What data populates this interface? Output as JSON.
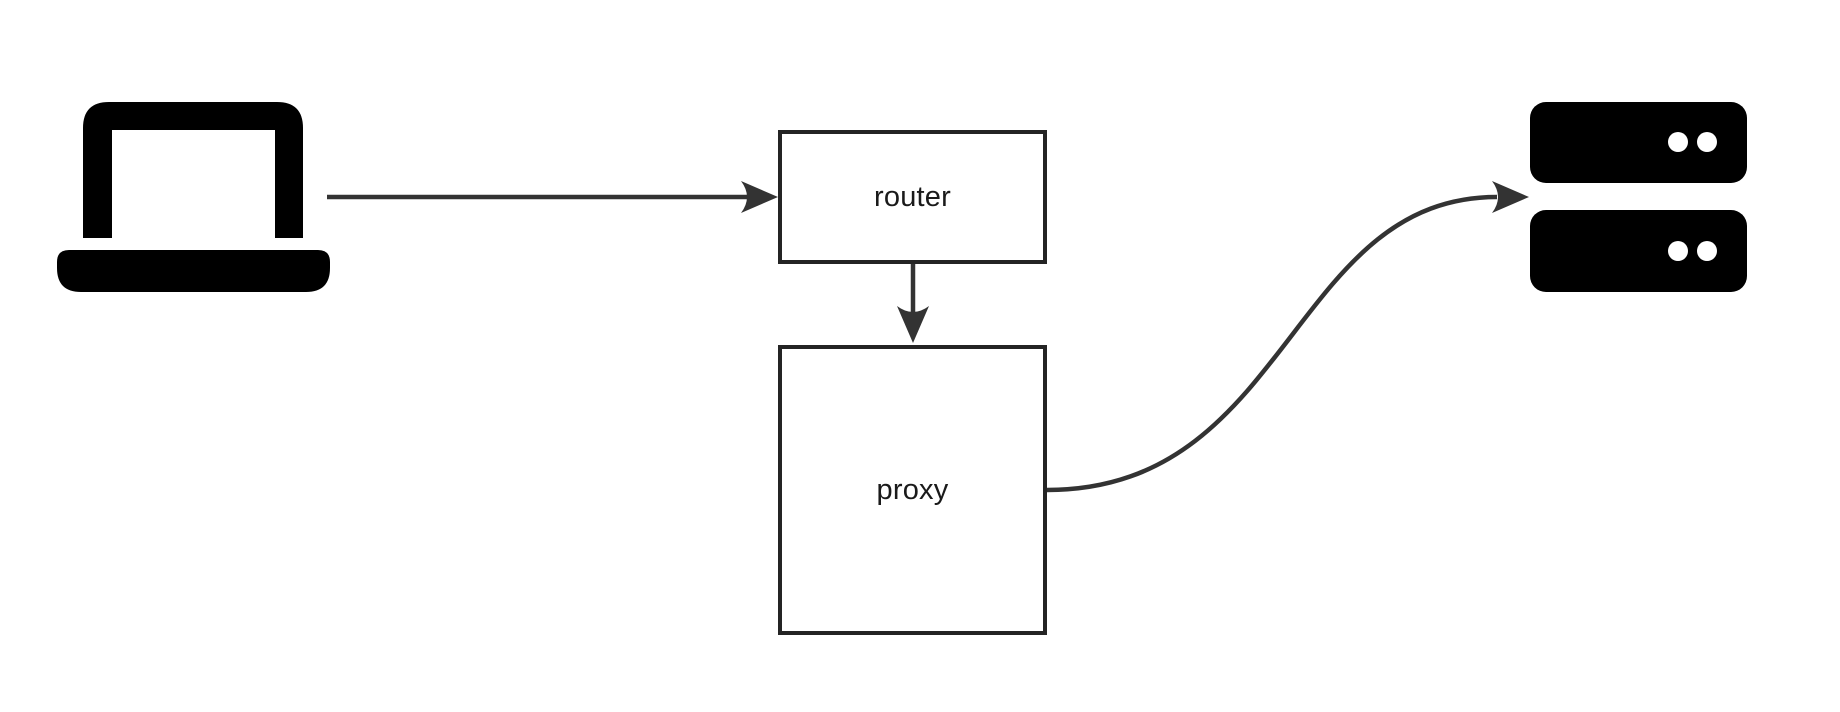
{
  "diagram": {
    "type": "flowchart",
    "background": "#ffffff",
    "colors": {
      "box_border": "#242424",
      "box_fill": "#ffffff",
      "arrow": "#333333",
      "icon": "#000000",
      "icon_detail": "#ffffff",
      "label_text": "#1a1a1a"
    },
    "nodes": {
      "client": {
        "id": "client",
        "kind": "icon",
        "icon": "laptop-icon"
      },
      "router": {
        "id": "router",
        "kind": "box",
        "label": "router"
      },
      "proxy": {
        "id": "proxy",
        "kind": "box",
        "label": "proxy"
      },
      "servers": {
        "id": "servers",
        "kind": "icon",
        "icon": "server-stack-icon"
      }
    },
    "edges": [
      {
        "from": "client",
        "to": "router",
        "style": "straight",
        "direction": "right"
      },
      {
        "from": "router",
        "to": "proxy",
        "style": "straight",
        "direction": "down"
      },
      {
        "from": "proxy",
        "to": "servers",
        "style": "curved",
        "direction": "right-up"
      }
    ]
  }
}
